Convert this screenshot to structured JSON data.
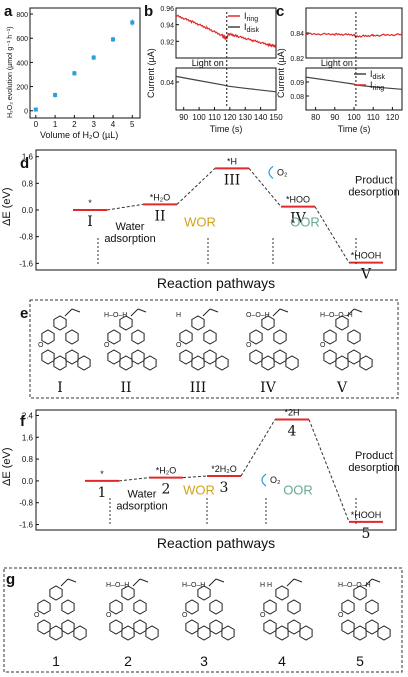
{
  "panel_labels": {
    "a": "a",
    "b": "b",
    "c": "c",
    "d": "d",
    "e": "e",
    "f": "f",
    "g": "g"
  },
  "chart_data": [
    {
      "id": "a",
      "type": "scatter",
      "xlabel": "Volume of H₂O (µL)",
      "ylabel": "H₂O₂ evolution (µmol g⁻¹ h⁻¹)",
      "xlim": [
        -0.3,
        5.4
      ],
      "ylim": [
        -60,
        850
      ],
      "xticks": [
        0,
        1,
        2,
        3,
        4,
        5
      ],
      "yticks": [
        0,
        200,
        400,
        600,
        800
      ],
      "x": [
        0,
        1,
        2,
        3,
        4,
        5
      ],
      "y": [
        10,
        130,
        310,
        440,
        590,
        730
      ],
      "err": [
        15,
        20,
        20,
        20,
        20,
        25
      ],
      "color": "#2a9fd8"
    },
    {
      "id": "b",
      "type": "line",
      "xlabel": "Time (s)",
      "ylabel": "Current (µA)",
      "xlim": [
        85,
        150
      ],
      "xticks": [
        90,
        100,
        110,
        120,
        130,
        140,
        150
      ],
      "upper": {
        "ylim": [
          0.9,
          0.96
        ],
        "yticks": [
          0.92,
          0.94,
          0.96
        ],
        "name": "I",
        "sub": "ring",
        "x": [
          85,
          95,
          105,
          115,
          118,
          119,
          125,
          135,
          145,
          150
        ],
        "y": [
          0.951,
          0.944,
          0.936,
          0.927,
          0.923,
          0.929,
          0.926,
          0.921,
          0.916,
          0.914
        ]
      },
      "lower": {
        "ylim": [
          0.036,
          0.042
        ],
        "yticks": [
          0.04
        ],
        "name": "I",
        "sub": "disk",
        "x": [
          85,
          100,
          115,
          119,
          130,
          150
        ],
        "y": [
          0.0408,
          0.0402,
          0.0396,
          0.0394,
          0.0391,
          0.0386
        ]
      },
      "marker_x": 118,
      "annotation": "Light on",
      "legend": "top-right"
    },
    {
      "id": "c",
      "type": "line",
      "xlabel": "Time (s)",
      "ylabel": "Current (µA)",
      "xlim": [
        75,
        125
      ],
      "xticks": [
        80,
        90,
        100,
        110,
        120
      ],
      "upper": {
        "ylim": [
          0.82,
          0.86
        ],
        "yticks": [
          0.82,
          0.84
        ],
        "name": "I",
        "sub": "ring",
        "x": [
          75,
          90,
          100,
          101,
          110,
          125
        ],
        "y": [
          0.8392,
          0.839,
          0.8386,
          0.8372,
          0.838,
          0.8388
        ]
      },
      "lower": {
        "ylim": [
          0.07,
          0.1
        ],
        "yticks": [
          0.08,
          0.09
        ],
        "name": "I",
        "sub": "disk",
        "x": [
          75,
          90,
          100,
          101,
          110,
          125
        ],
        "y": [
          0.0935,
          0.0905,
          0.0885,
          0.0878,
          0.0865,
          0.0848
        ]
      },
      "marker_x": 101,
      "annotation": "Light on",
      "legend": "right"
    },
    {
      "id": "d",
      "type": "line",
      "ylabel": "ΔE (eV)",
      "xlabel": "Reaction pathways",
      "ylim": [
        -1.8,
        1.8
      ],
      "yticks": [
        -1.6,
        -0.8,
        0.0,
        0.8,
        1.6
      ],
      "levels": [
        {
          "label": "*",
          "roman": "I",
          "value": 0.0
        },
        {
          "label": "*H₂O",
          "roman": "II",
          "value": 0.17
        },
        {
          "label": "*H",
          "roman": "III",
          "value": 1.25
        },
        {
          "label": "*HOO",
          "roman": "IV",
          "value": 0.1
        },
        {
          "label": "*HOOH",
          "roman": "V",
          "value": -1.58
        }
      ],
      "o2_label": "O₂",
      "sections": [
        "Water adsorption",
        "WOR",
        "OOR",
        "Product desorption"
      ],
      "section_colors": [
        "#111111",
        "#d3a21a",
        "#6aa894",
        "#111111"
      ],
      "level_color": "#e02a2a"
    },
    {
      "id": "f",
      "type": "line",
      "ylabel": "ΔE (eV)",
      "xlabel": "Reaction pathways",
      "ylim": [
        -1.8,
        2.6
      ],
      "yticks": [
        -1.6,
        -0.8,
        0.0,
        0.8,
        1.6,
        2.4
      ],
      "levels": [
        {
          "label": "*",
          "num": "1",
          "value": 0.0
        },
        {
          "label": "*H₂O",
          "num": "2",
          "value": 0.12
        },
        {
          "label": "*2H₂O",
          "num": "3",
          "value": 0.18
        },
        {
          "label": "*2H",
          "num": "4",
          "value": 2.25
        },
        {
          "label": "*HOOH",
          "num": "5",
          "value": -1.5
        }
      ],
      "o2_label": "O₂",
      "sections": [
        "Water adsorption",
        "WOR",
        "OOR",
        "Product desorption"
      ],
      "section_colors": [
        "#111111",
        "#d3a21a",
        "#6aa894",
        "#111111"
      ],
      "level_color": "#e02a2a"
    }
  ],
  "structures_e": {
    "labels": [
      "I",
      "II",
      "III",
      "IV",
      "V"
    ],
    "adsorbates": [
      "",
      "H–O–H",
      "H",
      "O–O–H",
      "H–O–O–H"
    ]
  },
  "structures_g": {
    "labels": [
      "1",
      "2",
      "3",
      "4",
      "5"
    ],
    "adsorbates": [
      "",
      "H–O–H",
      "H–O–H",
      "H H",
      "H–O–O–H"
    ]
  },
  "colors": {
    "red": "#e02a2a",
    "dark": "#444444",
    "blue": "#2a9fd8"
  }
}
